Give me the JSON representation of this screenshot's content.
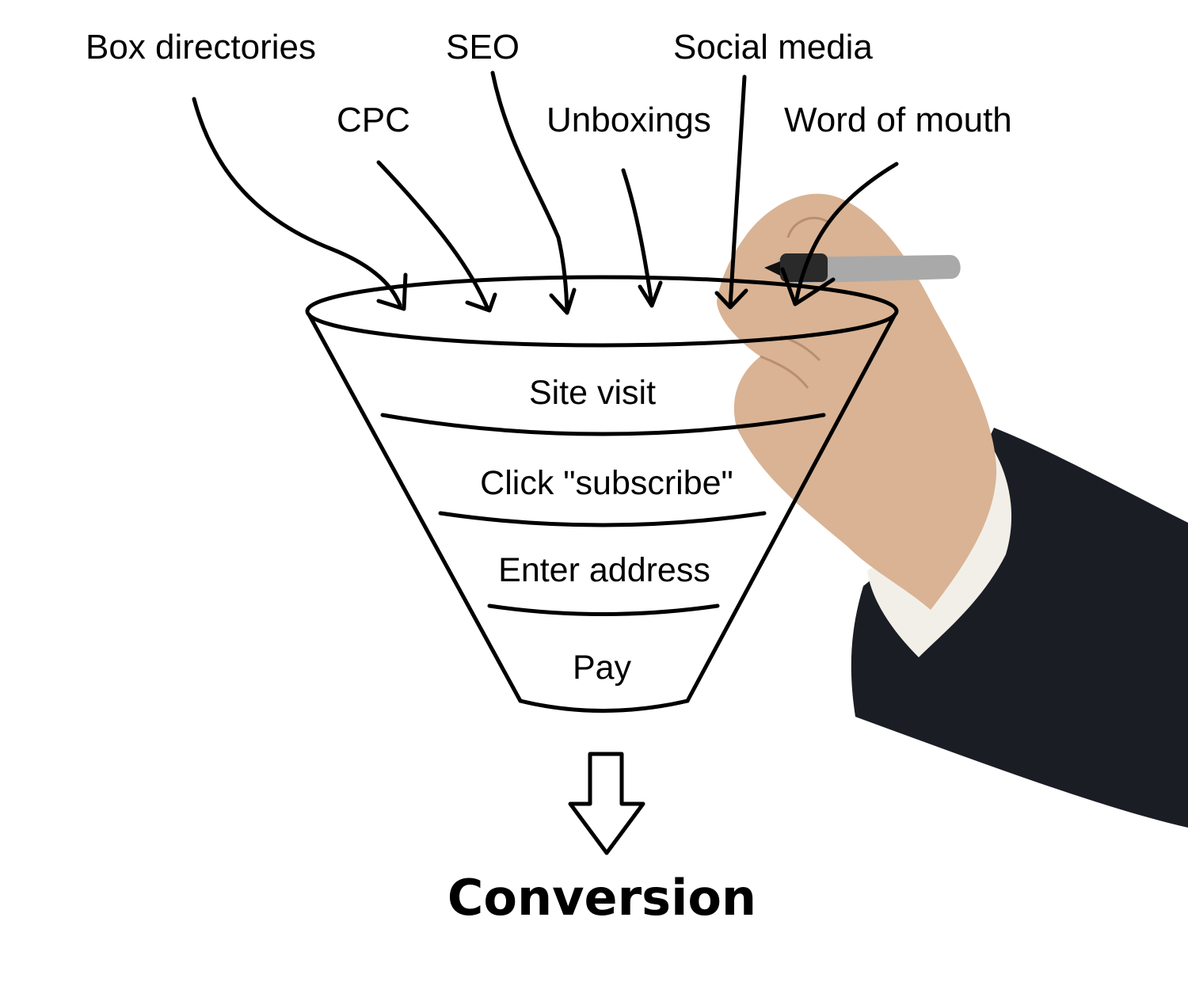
{
  "sources": [
    {
      "label": "Box directories"
    },
    {
      "label": "CPC"
    },
    {
      "label": "SEO"
    },
    {
      "label": "Unboxings"
    },
    {
      "label": "Social media"
    },
    {
      "label": "Word of mouth"
    }
  ],
  "stages": [
    {
      "label": "Site visit"
    },
    {
      "label": "Click \"subscribe\""
    },
    {
      "label": "Enter address"
    },
    {
      "label": "Pay"
    }
  ],
  "outcome": {
    "label": "Conversion"
  },
  "colors": {
    "ink": "#000000",
    "background": "#ffffff",
    "sleeve": "#1b1d24",
    "skin": "#d9b394",
    "cuff": "#f2efe9",
    "marker": "#a9a9a9"
  },
  "icons": {
    "marker-hand": "hand holding a marker",
    "down-arrow": "hollow down arrow"
  }
}
